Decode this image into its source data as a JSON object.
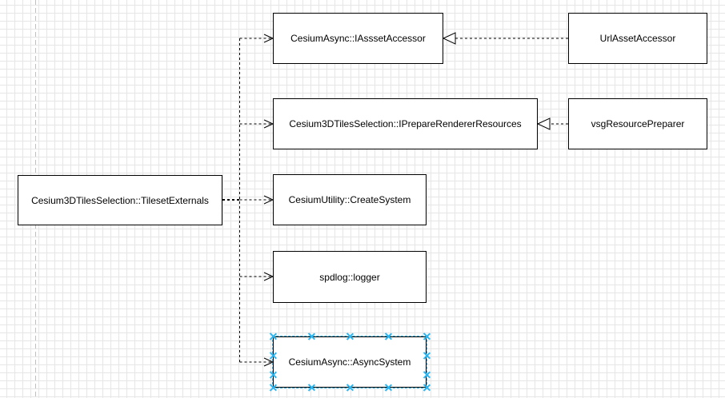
{
  "diagram": {
    "nodes": {
      "tileset_externals": "Cesium3DTilesSelection::TilesetExternals",
      "iasset_accessor": "CesiumAsync::IAsssetAccessor",
      "url_asset_accessor": "UrlAssetAccessor",
      "iprepare_renderer_resources": "Cesium3DTilesSelection::IPrepareRendererResources",
      "vsg_resource_preparer": "vsgResourcePreparer",
      "create_system": "CesiumUtility::CreateSystem",
      "spdlog_logger": "spdlog::logger",
      "async_system": "CesiumAsync::AsyncSystem"
    },
    "selected_node": "async_system",
    "colors": {
      "line": "#000000",
      "grid": "#e6e6e6",
      "selection": "#29b6f2",
      "page_boundary": "#c0c0c0"
    }
  }
}
